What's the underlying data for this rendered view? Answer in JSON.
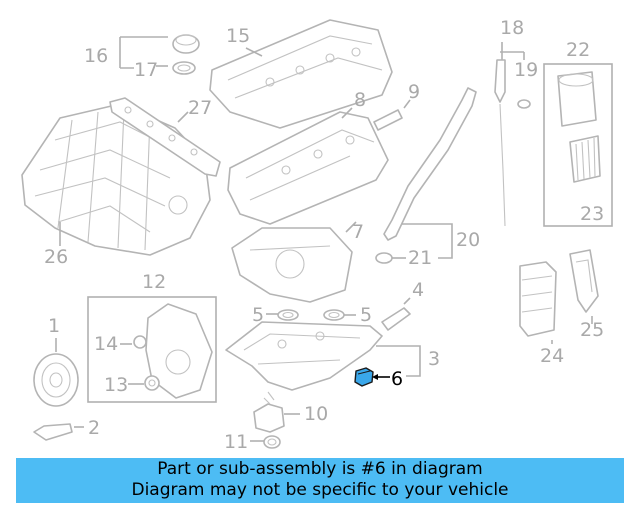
{
  "callouts": {
    "c1": "1",
    "c2": "2",
    "c3": "3",
    "c4": "4",
    "c5a": "5",
    "c5b": "5",
    "c6": "6",
    "c7": "7",
    "c8": "8",
    "c9": "9",
    "c10": "10",
    "c11": "11",
    "c12": "12",
    "c13": "13",
    "c14": "14",
    "c15": "15",
    "c16": "16",
    "c17": "17",
    "c18": "18",
    "c19": "19",
    "c20": "20",
    "c21": "21",
    "c22": "22",
    "c23": "23",
    "c24": "24",
    "c25": "25",
    "c26": "26",
    "c27": "27"
  },
  "highlight": {
    "callout": "6",
    "color": "#000000",
    "part_color": "#3aa7ea"
  },
  "banner": {
    "line1": "Part or sub-assembly is #6 in diagram",
    "line2": "Diagram may not be specific to your vehicle",
    "background": "#4dbcf4"
  }
}
